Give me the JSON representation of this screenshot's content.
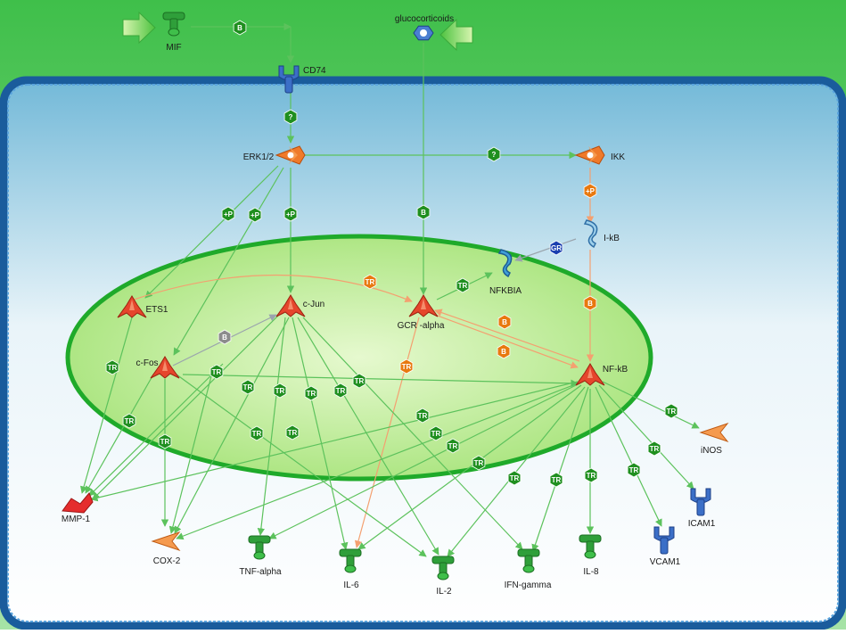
{
  "nodes": {
    "mif": "MIF",
    "glucocorticoids": "glucocorticoids",
    "cd74": "CD74",
    "erk": "ERK1/2",
    "ikk": "IKK",
    "ikb": "I-kB",
    "nfkbia": "NFKBIA",
    "ets1": "ETS1",
    "cjun": "c-Jun",
    "gcr": "GCR -alpha",
    "cfos": "c-Fos",
    "nfkb": "NF-kB",
    "inos": "iNOS",
    "icam1": "ICAM1",
    "vcam1": "VCAM1",
    "mmp1": "MMP-1",
    "cox2": "COX-2",
    "tnf": "TNF-alpha",
    "il6": "IL-6",
    "il2": "IL-2",
    "ifng": "IFN-gamma",
    "il8": "IL-8"
  },
  "badges": {
    "binding": "B",
    "unknown": "?",
    "phosphorylation": "+P",
    "transcription": "TR",
    "gr": "GR"
  },
  "colors": {
    "extracellular": "#8fdc8f",
    "membrane": "#1f6fb0",
    "cytoplasm": "#a9d6ea",
    "nucleus": "#c8ef9e",
    "nucleus_border": "#1faa2a",
    "green_edge": "#5cc25c",
    "orange_edge": "#f4a070",
    "gray_edge": "#9aa4ad",
    "badge_green": "#1f8f1f",
    "badge_orange": "#e8790f",
    "badge_gray": "#8c8c8c",
    "badge_blue": "#1b3fb0"
  }
}
